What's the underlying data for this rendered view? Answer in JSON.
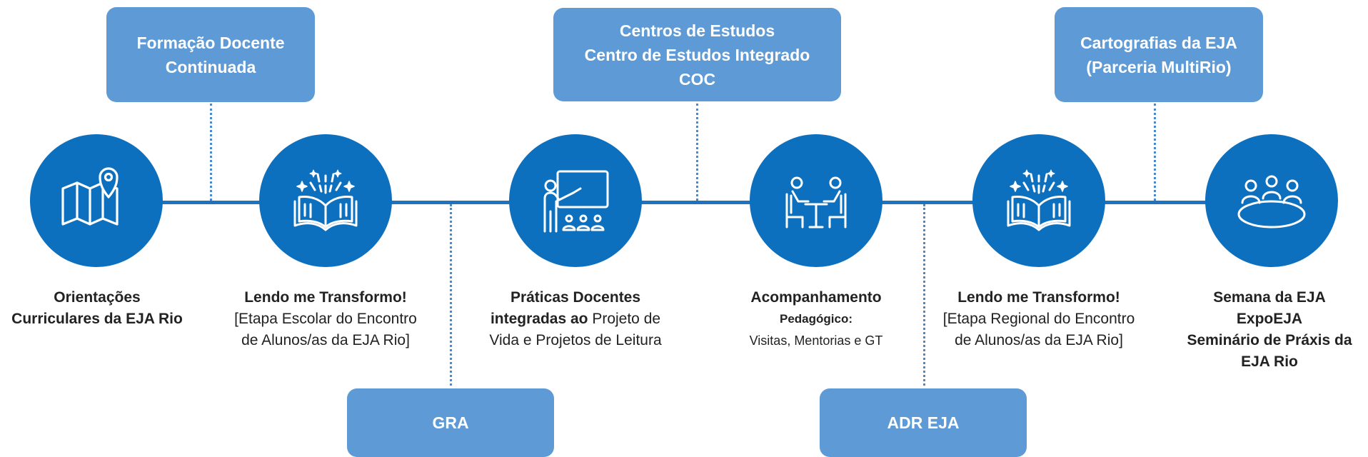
{
  "top_boxes": [
    {
      "lines": [
        "Formação Docente",
        "Continuada"
      ]
    },
    {
      "lines": [
        "Centros de Estudos",
        "Centro de Estudos Integrado",
        "COC"
      ]
    },
    {
      "lines": [
        "Cartografias da EJA",
        "(Parceria MultiRio)"
      ]
    }
  ],
  "bottom_boxes": [
    {
      "label": "GRA"
    },
    {
      "label": "ADR EJA"
    }
  ],
  "nodes": [
    {
      "icon": "map-pin-icon",
      "caption": {
        "line1": "Orientações",
        "line2": "Curriculares da EJA Rio"
      }
    },
    {
      "icon": "open-book-sparkle-icon",
      "caption": {
        "title": "Lendo me Transformo!",
        "line2": "[Etapa Escolar do Encontro",
        "line3": "de Alunos/as da EJA Rio]"
      }
    },
    {
      "icon": "teacher-board-icon",
      "caption": {
        "title": "Práticas Docentes",
        "line2_bold": "integradas ao",
        "line2_rest": " Projeto de",
        "line3": "Vida e Projetos de Leitura"
      }
    },
    {
      "icon": "meeting-table-icon",
      "caption": {
        "title": "Acompanhamento",
        "line2": "Pedagógico:",
        "line3": "Visitas, Mentorias e GT"
      }
    },
    {
      "icon": "open-book-sparkle-icon",
      "caption": {
        "title": "Lendo me Transformo!",
        "line2": "[Etapa Regional do Encontro",
        "line3": "de Alunos/as da EJA Rio]"
      }
    },
    {
      "icon": "group-roundtable-icon",
      "caption": {
        "line1": "Semana da EJA",
        "line2": "ExpoEJA",
        "line3": "Seminário de Práxis da",
        "line4": "EJA Rio"
      }
    }
  ],
  "colors": {
    "circle": "#0d70be",
    "box": "#5e9bd6",
    "line": "#1f72be",
    "connector": "#4e88c7",
    "text": "#222222"
  }
}
